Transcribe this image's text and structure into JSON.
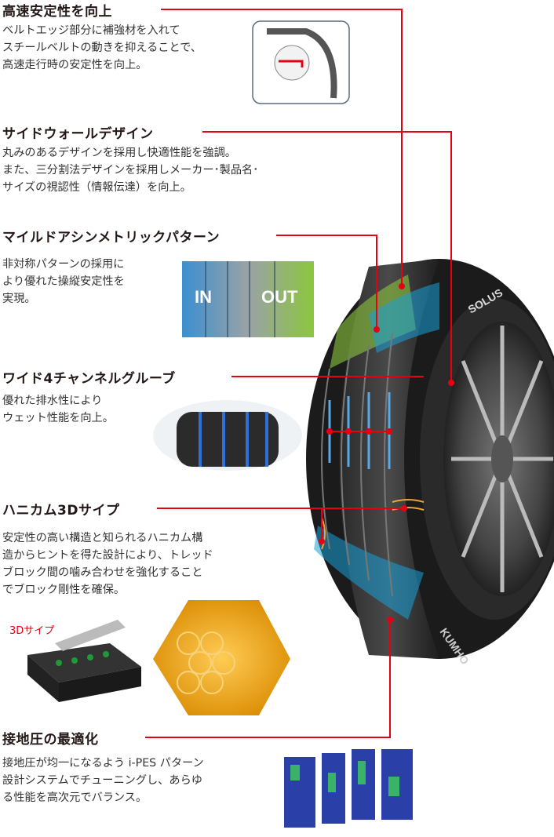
{
  "features": [
    {
      "title": "高速安定性を向上",
      "desc": "ベルトエッジ部分に補強材を入れて\nスチールベルトの動きを抑えることで、\n高速走行時の安定性を向上。"
    },
    {
      "title": "サイドウォールデザイン",
      "desc": "丸みのあるデザインを採用し快適性能を強調。\nまた、三分割法デザインを採用しメーカー･製品名･\nサイズの視認性（情報伝達）を向上。"
    },
    {
      "title": "マイルドアシンメトリックパターン",
      "desc": "非対称パターンの採用に\nより優れた操縦安定性を\n実現。"
    },
    {
      "title": "ワイド4チャンネルグルーブ",
      "desc": "優れた排水性により\nウェット性能を向上。"
    },
    {
      "title": "ハニカム3Dサイプ",
      "desc": "安定性の高い構造と知られるハニカム構\n造からヒントを得た設計により、トレッド\nブロック間の噛み合わせを強化すること\nでブロック剛性を確保。"
    },
    {
      "title": "接地圧の最適化",
      "desc": "接地圧が均一になるよう i-PES パターン\n設計システムでチューニングし、あらゆ\nる性能を高次元でバランス。"
    }
  ],
  "pattern_image": {
    "in_label": "IN",
    "out_label": "OUT"
  },
  "sipe_label": "3Dサイプ",
  "tire_logo": {
    "brand": "KUMHO",
    "model": "SOLUS"
  },
  "colors": {
    "accent_line": "#e60012",
    "tread_green": "#8cc63f",
    "tread_blue": "#1aa0d8"
  }
}
